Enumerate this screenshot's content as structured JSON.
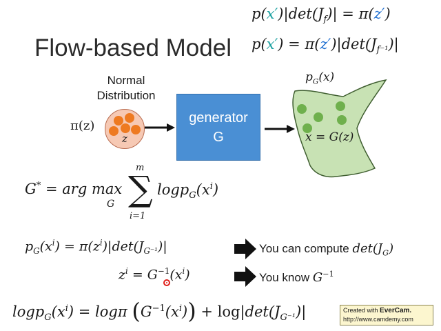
{
  "slide": {
    "title": "Flow-based Model",
    "top_equations": {
      "eq1": {
        "p": "p",
        "x": "x′",
        "det": "det",
        "J": "J",
        "J_sub": "f",
        "pi": "π",
        "z": "z′"
      },
      "eq2": {
        "p": "p",
        "x": "x′",
        "pi": "π",
        "z": "z′",
        "det": "det",
        "J": "J",
        "J_sub": "f⁻¹"
      }
    },
    "diagram": {
      "normal_label": "Normal Distribution",
      "pi_label": "π(z)",
      "circle_variable": "z",
      "generator_line1": "generator",
      "generator_line2": "G",
      "output_label_p": "p",
      "output_label_p_sub": "G",
      "output_label_x": "(x)",
      "mapping_label": "x = G(z)",
      "colors": {
        "circle_fill": "#f6c9b4",
        "circle_dots": "#ee7a21",
        "generator_box": "#4a8fd4",
        "blob_fill": "#c8e2b4",
        "blob_dots": "#6fb04d",
        "accent_teal": "#1aa0a0",
        "accent_blue": "#1f6fd1"
      }
    },
    "objective": {
      "lhs": "G",
      "lhs_sup": "*",
      "eq": "=",
      "argmax": "arg max",
      "argmax_sub": "G",
      "sum_top": "m",
      "sum_bottom": "i=1",
      "rhs_log": "logp",
      "rhs_sub": "G",
      "rhs_x": "x",
      "rhs_sup": "i"
    },
    "equation_pg": {
      "p": "p",
      "p_sub": "G",
      "x": "x",
      "x_sup": "i",
      "pi": "π",
      "z": "z",
      "z_sup": "i",
      "det": "det",
      "J": "J",
      "J_sub": "G⁻¹"
    },
    "equation_zi": {
      "z": "z",
      "z_sup": "i",
      "G": "G",
      "G_sup": "−1",
      "x": "x",
      "x_sup": "i"
    },
    "notes": {
      "note1_text": "You can compute ",
      "note1_math": "det",
      "note1_J": "J",
      "note1_J_sub": "G",
      "note2_text": "You know ",
      "note2_math": "G",
      "note2_sup": "−1"
    },
    "equation_log": {
      "lhs": "logp",
      "lhs_sub": "G",
      "x": "x",
      "x_sup": "i",
      "log_pi": "logπ",
      "G": "G",
      "G_sup": "−1",
      "plus": "+ log",
      "det": "det",
      "J": "J",
      "J_sub": "G⁻¹"
    },
    "watermark": {
      "line1_prefix": "Created with ",
      "line1_brand": "EverCam.",
      "line2": "http://www.camdemy.com"
    }
  }
}
